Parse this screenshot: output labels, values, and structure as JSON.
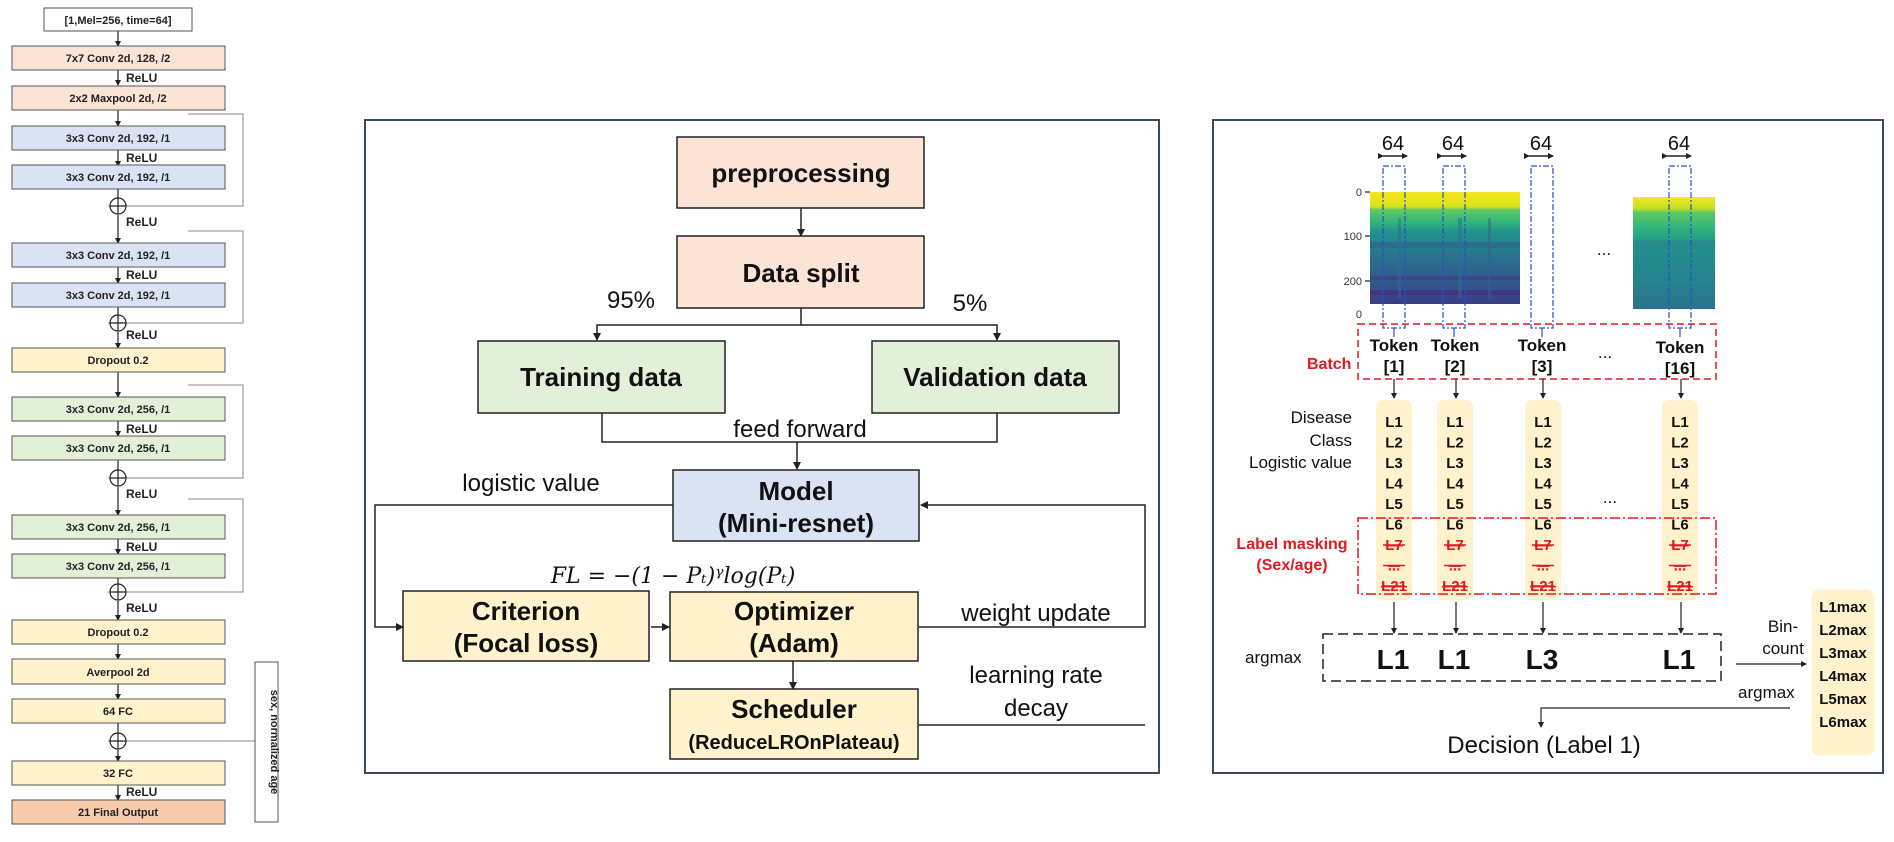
{
  "arch": {
    "input": "[1,Mel=256, time=64]",
    "conv1": "7x7 Conv 2d, 128, /2",
    "relu": "ReLU",
    "maxpool": "2x2 Maxpool 2d, /2",
    "conv192": "3x3 Conv 2d, 192, /1",
    "dropout": "Dropout 0.2",
    "conv256": "3x3 Conv 2d, 256, /1",
    "averpool": "Averpool 2d",
    "fc64": "64 FC",
    "fc32": "32 FC",
    "output": "21 Final Output",
    "side_input": "sex, normalized age"
  },
  "flow": {
    "preprocessing": "preprocessing",
    "data_split": "Data split",
    "pct_train": "95%",
    "pct_val": "5%",
    "training": "Training data",
    "validation": "Validation data",
    "feed_forward": "feed forward",
    "logistic_value": "logistic value",
    "model_l1": "Model",
    "model_l2": "(Mini-resnet)",
    "equation": "FL = −(1 − Pₜ)ᵞlog(Pₜ)",
    "criterion_l1": "Criterion",
    "criterion_l2": "(Focal loss)",
    "optimizer_l1": "Optimizer",
    "optimizer_l2": "(Adam)",
    "scheduler_l1": "Scheduler",
    "scheduler_l2": "(ReduceLROnPlateau)",
    "weight_update": "weight update",
    "lr_l1": "learning rate",
    "lr_l2": "decay"
  },
  "inference": {
    "width_label": "64",
    "yticks": [
      "0",
      "100",
      "200",
      "0"
    ],
    "ellipsis": "...",
    "batch": "Batch",
    "tokens": [
      {
        "word": "Token",
        "idx": "[1]"
      },
      {
        "word": "Token",
        "idx": "[2]"
      },
      {
        "word": "Token",
        "idx": "[3]"
      },
      {
        "word": "Token",
        "idx": "[16]"
      }
    ],
    "class_label": [
      "Disease",
      "Class",
      "Logistic value"
    ],
    "levels": [
      "L1",
      "L2",
      "L3",
      "L4",
      "L5",
      "L6"
    ],
    "masked": [
      "L7",
      "...",
      "L21"
    ],
    "masking_label": [
      "Label masking",
      "(Sex/age)"
    ],
    "argmax": "argmax",
    "results": [
      "L1",
      "L1",
      "L3",
      "L1"
    ],
    "bincount": [
      "Bin-",
      "count"
    ],
    "argmax2": "argmax",
    "decision": "Decision (Label 1)",
    "maxes": [
      "L1max",
      "L2max",
      "L3max",
      "L4max",
      "L5max",
      "L6max"
    ]
  }
}
